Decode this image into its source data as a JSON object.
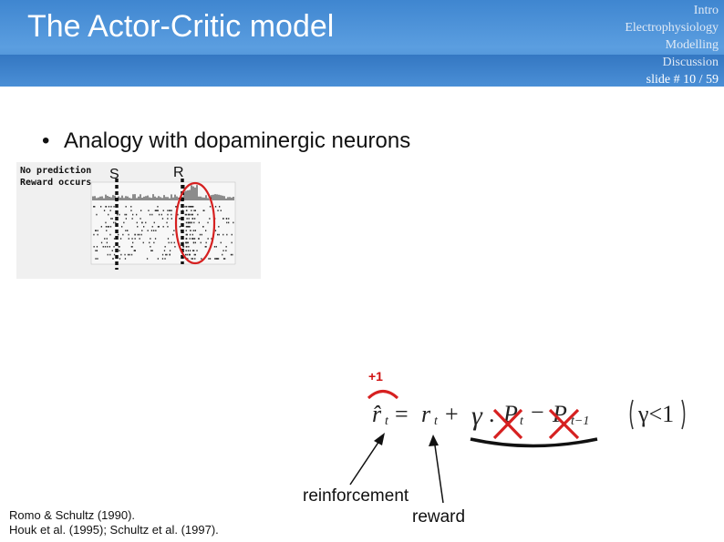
{
  "slide": {
    "title": "The Actor-Critic model",
    "nav": [
      "Intro",
      "Electrophysiology",
      "Modelling",
      "Discussion"
    ],
    "slide_number": "slide # 10 / 59",
    "bullet": "Analogy with dopaminergic neurons",
    "figure": {
      "label_line1": "No prediction",
      "label_line2": "Reward occurs",
      "stimulus_label": "S",
      "reward_label": "R"
    },
    "equation": {
      "lhs": "r̂",
      "lhs_sub": "t",
      "eq": "=",
      "r": "r",
      "r_sub": "t",
      "plus": "+",
      "gamma": "γ",
      "dot": ".",
      "p1": "P",
      "p1_sub": "t",
      "minus": "−",
      "p2": "P",
      "p2_sub": "t−1",
      "gamma_cond": "γ<1",
      "plus_one": "+1"
    },
    "captions": {
      "reinforcement": "reinforcement",
      "reward": "reward"
    },
    "references": [
      "Romo & Schultz (1990).",
      "Houk et al. (1995); Schultz et al. (1997)."
    ]
  }
}
